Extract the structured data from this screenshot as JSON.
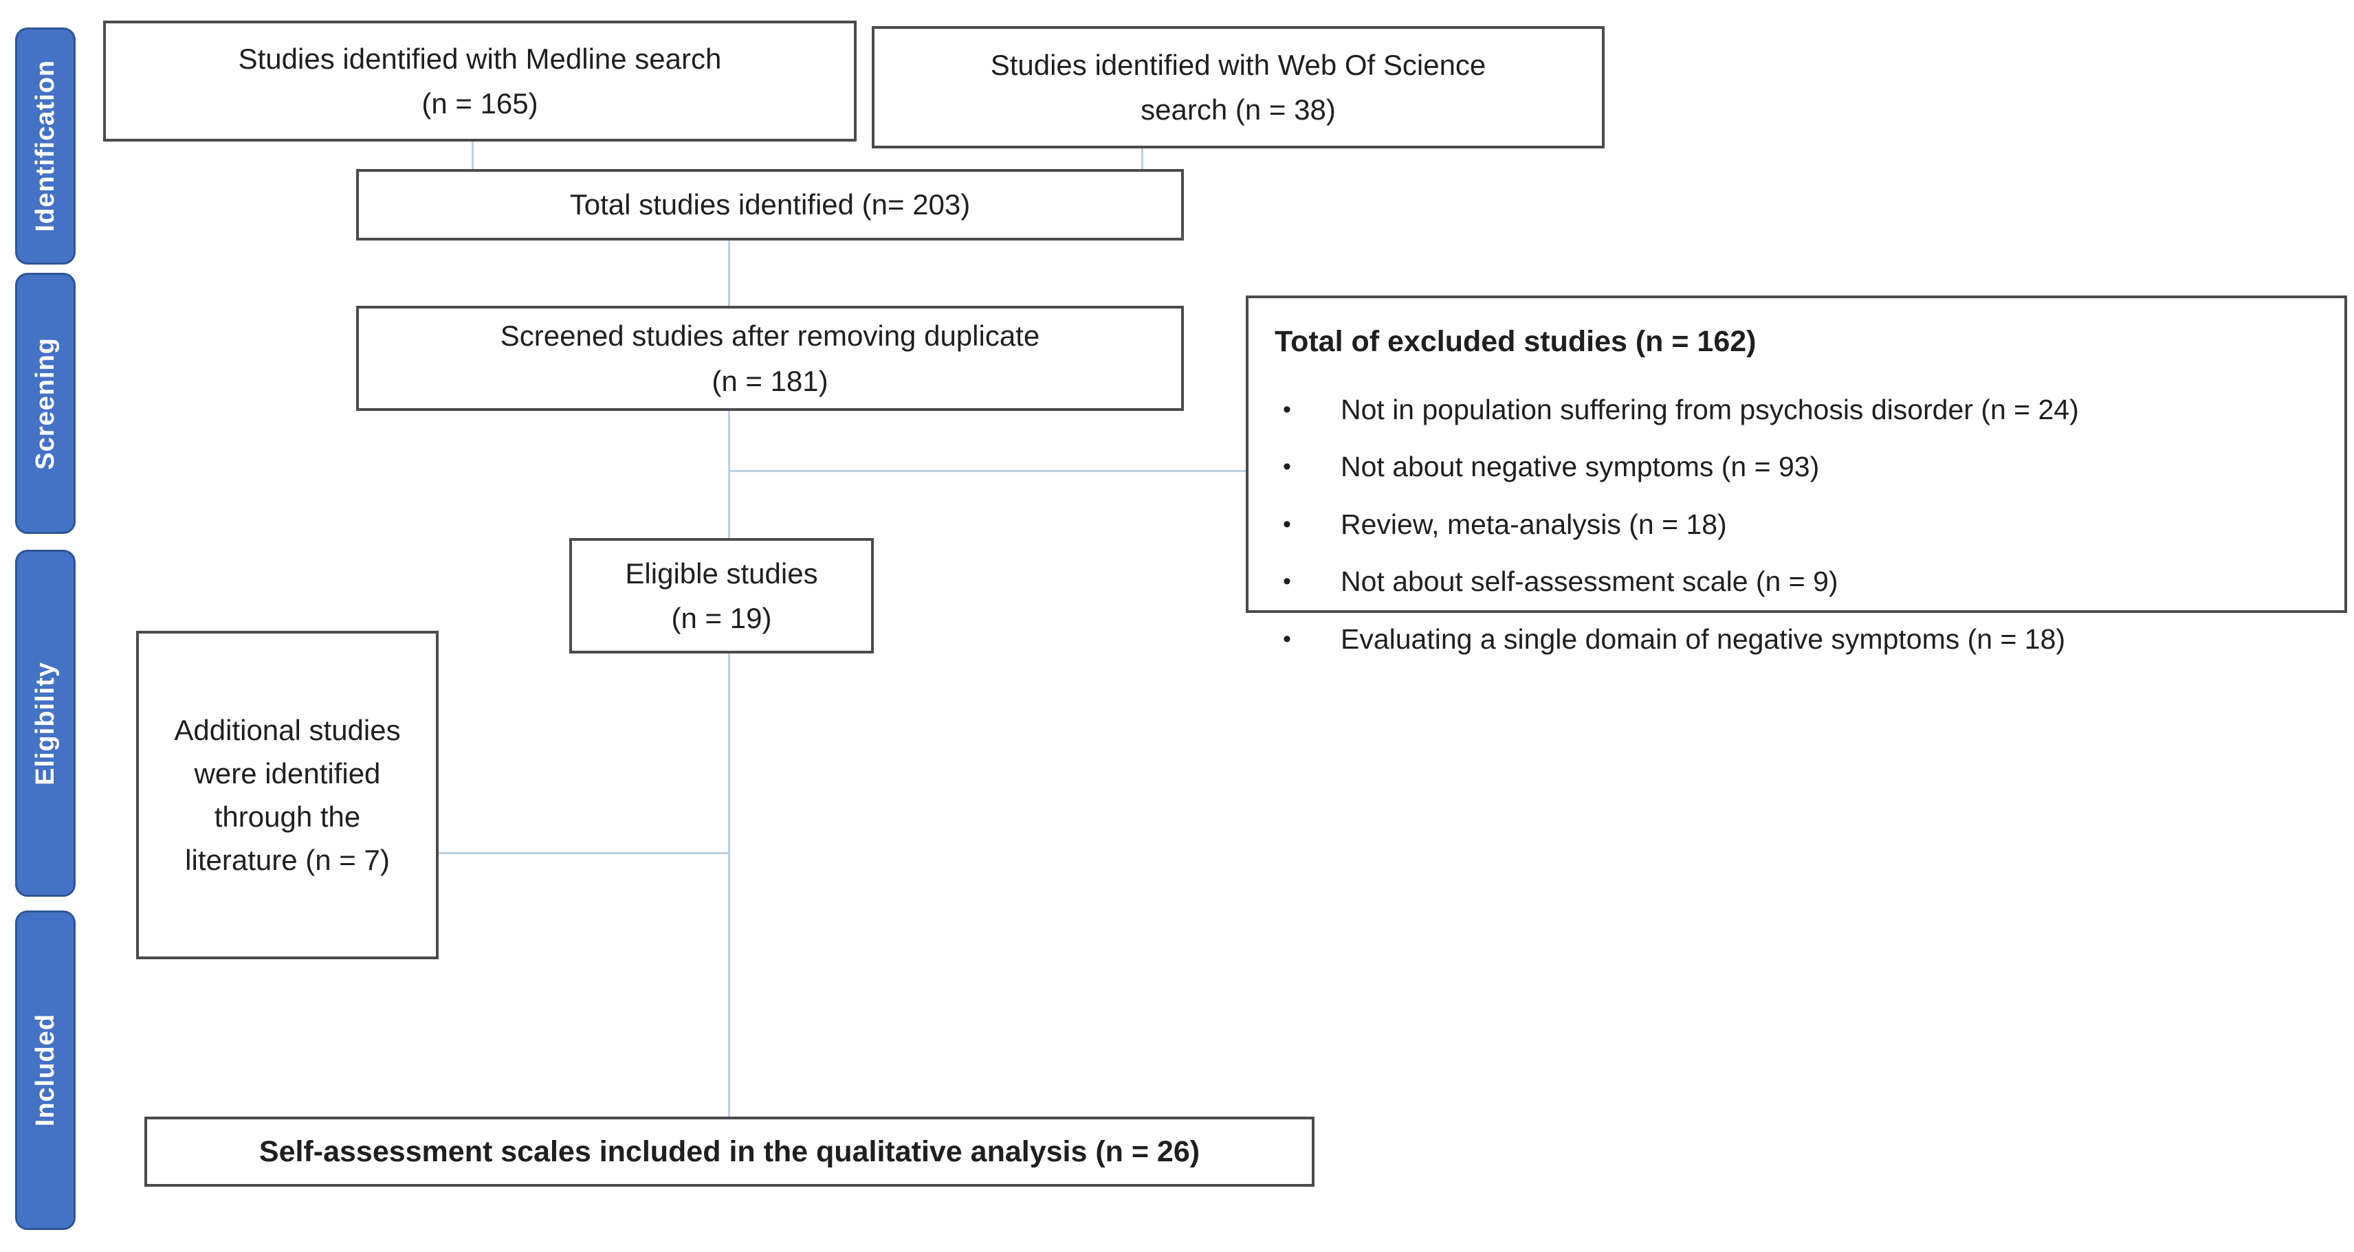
{
  "diagram": {
    "stages": [
      {
        "label": "Identification"
      },
      {
        "label": "Screening"
      },
      {
        "label": "Eligibility"
      },
      {
        "label": "Included"
      }
    ],
    "boxes": {
      "medline": {
        "line1": "Studies identified with Medline search",
        "line2": "(n = 165)"
      },
      "web_of_science": {
        "line1": "Studies identified with Web Of Science",
        "line2": "search (n = 38)"
      },
      "total": {
        "text": "Total studies identified (n= 203)"
      },
      "screened": {
        "line1": "Screened studies after removing duplicate",
        "line2": "(n = 181)"
      },
      "excluded": {
        "header": "Total of excluded studies (n = 162)",
        "bullet": "•",
        "items": [
          "Not in population suffering from psychosis disorder (n = 24)",
          "Not about negative symptoms (n = 93)",
          "Review, meta-analysis (n = 18)",
          "Not about self-assessment scale (n = 9)",
          "Evaluating a single domain of negative symptoms (n = 18)"
        ]
      },
      "eligible": {
        "line1": "Eligible studies",
        "line2": "(n = 19)"
      },
      "additional": {
        "text": "Additional studies were identified through the literature (n = 7)"
      },
      "included_final": {
        "text": "Self-assessment scales included in the qualitative analysis (n = 26)"
      }
    },
    "colors": {
      "stage_fill": "#4472C4",
      "stage_border": "#2F5597",
      "connector": "#BCD0E8",
      "box_border": "#4B4B4B"
    }
  }
}
